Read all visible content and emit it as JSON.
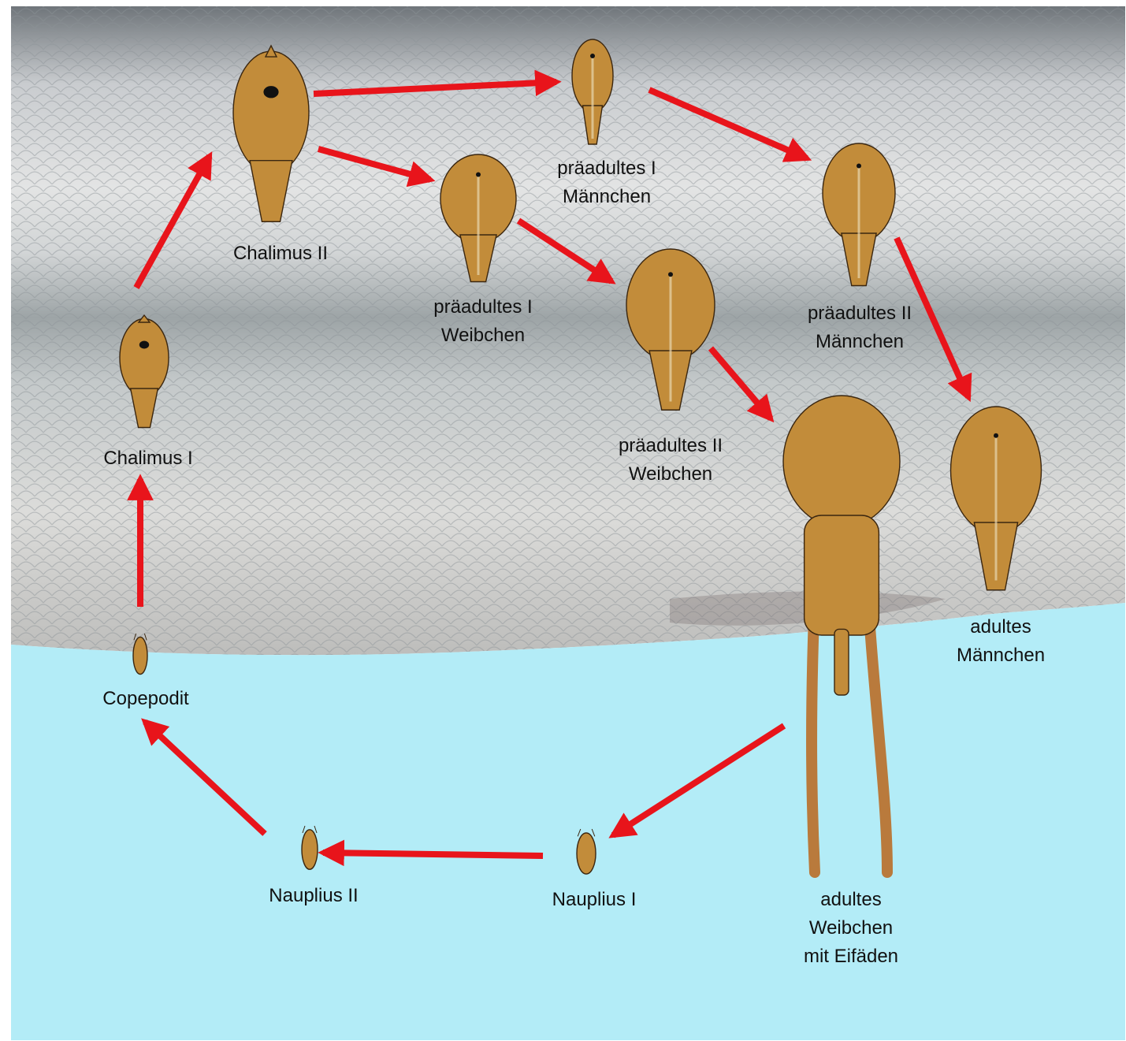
{
  "colors": {
    "arrow": "#e8141b",
    "water": "#b3ecf7",
    "louse_fill": "#c28c3a",
    "louse_outline": "#3a2610",
    "fish_light": "#dcdcdc",
    "fish_dark": "#8a9095"
  },
  "stages": {
    "chalimus_1": {
      "lines": [
        "Chalimus I"
      ]
    },
    "chalimus_2": {
      "lines": [
        "Chalimus II"
      ]
    },
    "praeadult_1_male": {
      "lines": [
        "präadultes I",
        "Männchen"
      ]
    },
    "praeadult_1_female": {
      "lines": [
        "präadultes I",
        "Weibchen"
      ]
    },
    "praeadult_2_male": {
      "lines": [
        "präadultes II",
        "Männchen"
      ]
    },
    "praeadult_2_female": {
      "lines": [
        "präadultes II",
        "Weibchen"
      ]
    },
    "adult_male": {
      "lines": [
        "adultes",
        "Männchen"
      ]
    },
    "adult_female": {
      "lines": [
        "adultes",
        "Weibchen",
        "mit Eifäden"
      ]
    },
    "copepodit": {
      "lines": [
        "Copepodit"
      ]
    },
    "nauplius_1": {
      "lines": [
        "Nauplius I"
      ]
    },
    "nauplius_2": {
      "lines": [
        "Nauplius II"
      ]
    }
  },
  "arrows": [
    {
      "from": "copepodit",
      "to": "chalimus_1"
    },
    {
      "from": "chalimus_1",
      "to": "chalimus_2"
    },
    {
      "from": "chalimus_2",
      "to": "praeadult_1_male"
    },
    {
      "from": "chalimus_2",
      "to": "praeadult_1_female"
    },
    {
      "from": "praeadult_1_male",
      "to": "praeadult_2_male"
    },
    {
      "from": "praeadult_1_female",
      "to": "praeadult_2_female"
    },
    {
      "from": "praeadult_2_male",
      "to": "adult_male"
    },
    {
      "from": "praeadult_2_female",
      "to": "adult_female"
    },
    {
      "from": "adult_female",
      "to": "nauplius_1"
    },
    {
      "from": "nauplius_1",
      "to": "nauplius_2"
    },
    {
      "from": "nauplius_2",
      "to": "copepodit"
    }
  ]
}
